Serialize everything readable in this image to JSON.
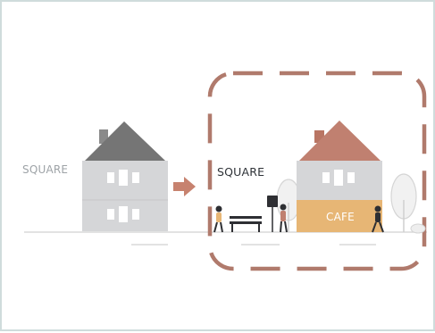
{
  "scene": {
    "left_label": "SQUARE",
    "right_label": "SQUARE",
    "cafe_label": "CAFE"
  },
  "colors": {
    "border": "#cfdcdc",
    "house_wall": "#d5d6d8",
    "roof_grey": "#757575",
    "roof_brown": "#c08070",
    "arrow": "#c7826f",
    "dashed_frame": "#b07a6c",
    "cafe": "#e7b675",
    "ground": "#d9d9d9"
  },
  "icons": [
    "house-icon",
    "arrow-right-icon",
    "bench-icon",
    "tree-icon",
    "person-icon",
    "signpost-icon"
  ]
}
